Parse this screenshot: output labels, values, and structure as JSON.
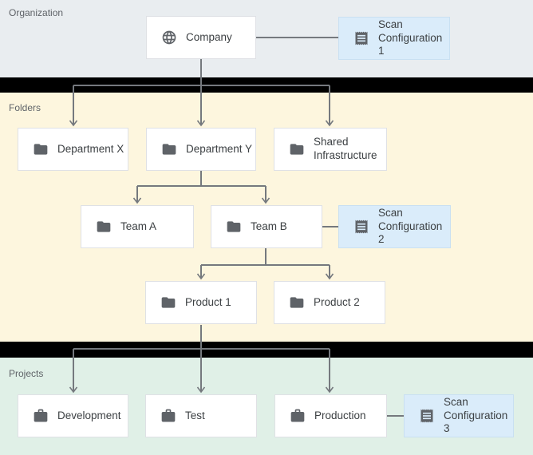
{
  "bands": {
    "organization": {
      "label": "Organization",
      "bg": "#e9edf0"
    },
    "folders": {
      "label": "Folders",
      "bg": "#fdf6de"
    },
    "projects": {
      "label": "Projects",
      "bg": "#e0f0e7"
    }
  },
  "colors": {
    "separator_bar": "#000000",
    "connector_line": "#75797e",
    "node_background": "#ffffff",
    "node_border": "#dfe1e5",
    "scan_config_background": "#daecfa",
    "scan_config_border": "#c9e0f2",
    "icon": "#5f6368",
    "node_text": "#3c4043",
    "band_label_text": "#5f6368"
  },
  "nodes": {
    "company": {
      "label": "Company",
      "icon": "globe-icon"
    },
    "scan_config_1": {
      "label": "Scan\nConfiguration 1",
      "icon": "receipt-icon"
    },
    "department_x": {
      "label": "Department X",
      "icon": "folder-icon"
    },
    "department_y": {
      "label": "Department Y",
      "icon": "folder-icon"
    },
    "shared_infrastructure": {
      "label": "Shared\nInfrastructure",
      "icon": "folder-icon"
    },
    "team_a": {
      "label": "Team A",
      "icon": "folder-icon"
    },
    "team_b": {
      "label": "Team B",
      "icon": "folder-icon"
    },
    "scan_config_2": {
      "label": "Scan\nConfiguration 2",
      "icon": "receipt-icon"
    },
    "product_1": {
      "label": "Product 1",
      "icon": "folder-icon"
    },
    "product_2": {
      "label": "Product 2",
      "icon": "folder-icon"
    },
    "development": {
      "label": "Development",
      "icon": "briefcase-icon"
    },
    "test": {
      "label": "Test",
      "icon": "briefcase-icon"
    },
    "production": {
      "label": "Production",
      "icon": "briefcase-icon"
    },
    "scan_config_3": {
      "label": "Scan\nConfiguration 3",
      "icon": "receipt-icon"
    }
  }
}
